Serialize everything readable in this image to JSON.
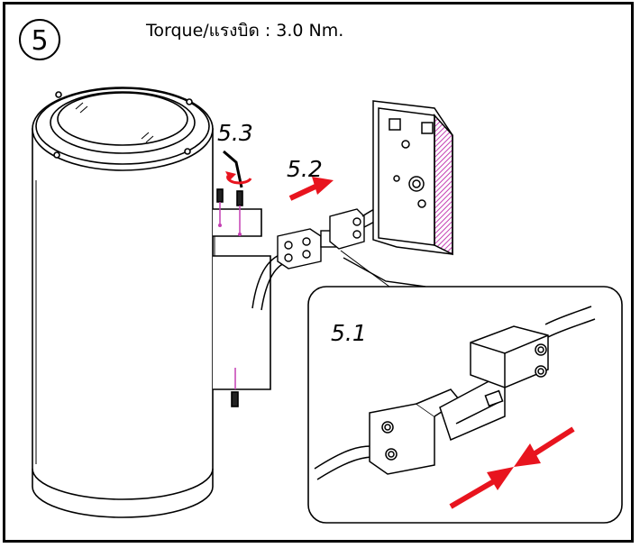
{
  "step_number": "5",
  "torque_text": "Torque/แรงบิด : 3.0 Nm.",
  "labels": {
    "step_1": "5.1",
    "step_2": "5.2",
    "step_3": "5.3"
  },
  "colors": {
    "accent_arrow": "#e8141e",
    "highlight": "#c43fb3",
    "line": "#000000"
  },
  "icons": {
    "rotate": "rotate-arrow-icon",
    "push": "push-arrow-icon",
    "squeeze": "squeeze-arrows-icon"
  }
}
